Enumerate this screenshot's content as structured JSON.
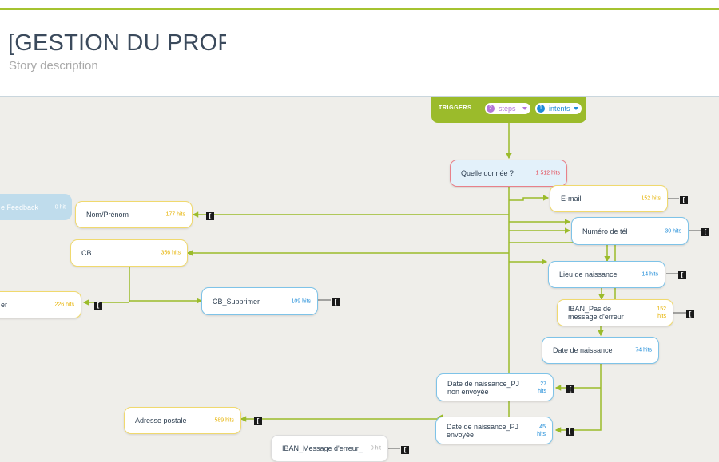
{
  "header": {
    "title": "[GESTION DU PROFIL] M",
    "description": "Story description"
  },
  "triggers": {
    "label": "TRIGGERS",
    "steps": {
      "count": "2",
      "label": "steps",
      "color": "#b477d8"
    },
    "intents": {
      "count": "1",
      "label": "intents",
      "color": "#1e8cd8"
    }
  },
  "nodes": {
    "quelle": {
      "name": "Quelle donnée ?",
      "hits": "1 512 hits"
    },
    "email": {
      "name": "E-mail",
      "hits": "152 hits"
    },
    "tel": {
      "name": "Numéro de tél",
      "hits": "30 hits"
    },
    "lieu": {
      "name": "Lieu de naissance",
      "hits": "14 hits"
    },
    "iban_pas": {
      "name": "IBAN_Pas de message d'erreur",
      "hits": "152 hits"
    },
    "date": {
      "name": "Date de naissance",
      "hits": "74 hits"
    },
    "date_pj_non": {
      "name": "Date de naissance_PJ non envoyée",
      "hits": "27 hits"
    },
    "date_pj": {
      "name": "Date de naissance_PJ envoyée",
      "hits": "45 hits"
    },
    "nom": {
      "name": "Nom/Prénom",
      "hits": "177 hits"
    },
    "feedback": {
      "name": "e Feedback",
      "hits": "0 hit"
    },
    "cb": {
      "name": "CB",
      "hits": "356 hits"
    },
    "cb_supp": {
      "name": "CB_Supprimer",
      "hits": "109 hits"
    },
    "er": {
      "name": "er",
      "hits": "226 hits"
    },
    "adresse": {
      "name": "Adresse postale",
      "hits": "589 hits"
    },
    "iban_msg": {
      "name": "IBAN_Message d'erreur_",
      "hits": "0 hit"
    }
  },
  "add_glyph": "[",
  "colors": {
    "accent": "#a5c330",
    "line": "#9bbb2b"
  }
}
